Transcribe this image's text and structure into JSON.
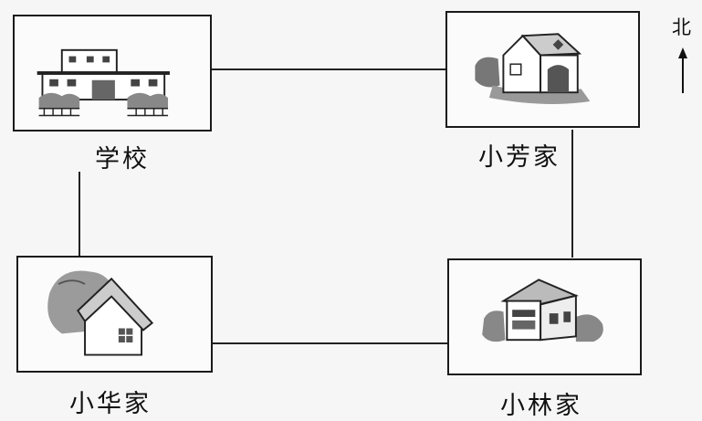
{
  "compass": {
    "label": "北"
  },
  "places": {
    "school": {
      "label": "学校"
    },
    "xiaofang": {
      "label": "小芳家"
    },
    "xiaohua": {
      "label": "小华家"
    },
    "xiaolin": {
      "label": "小林家"
    }
  }
}
